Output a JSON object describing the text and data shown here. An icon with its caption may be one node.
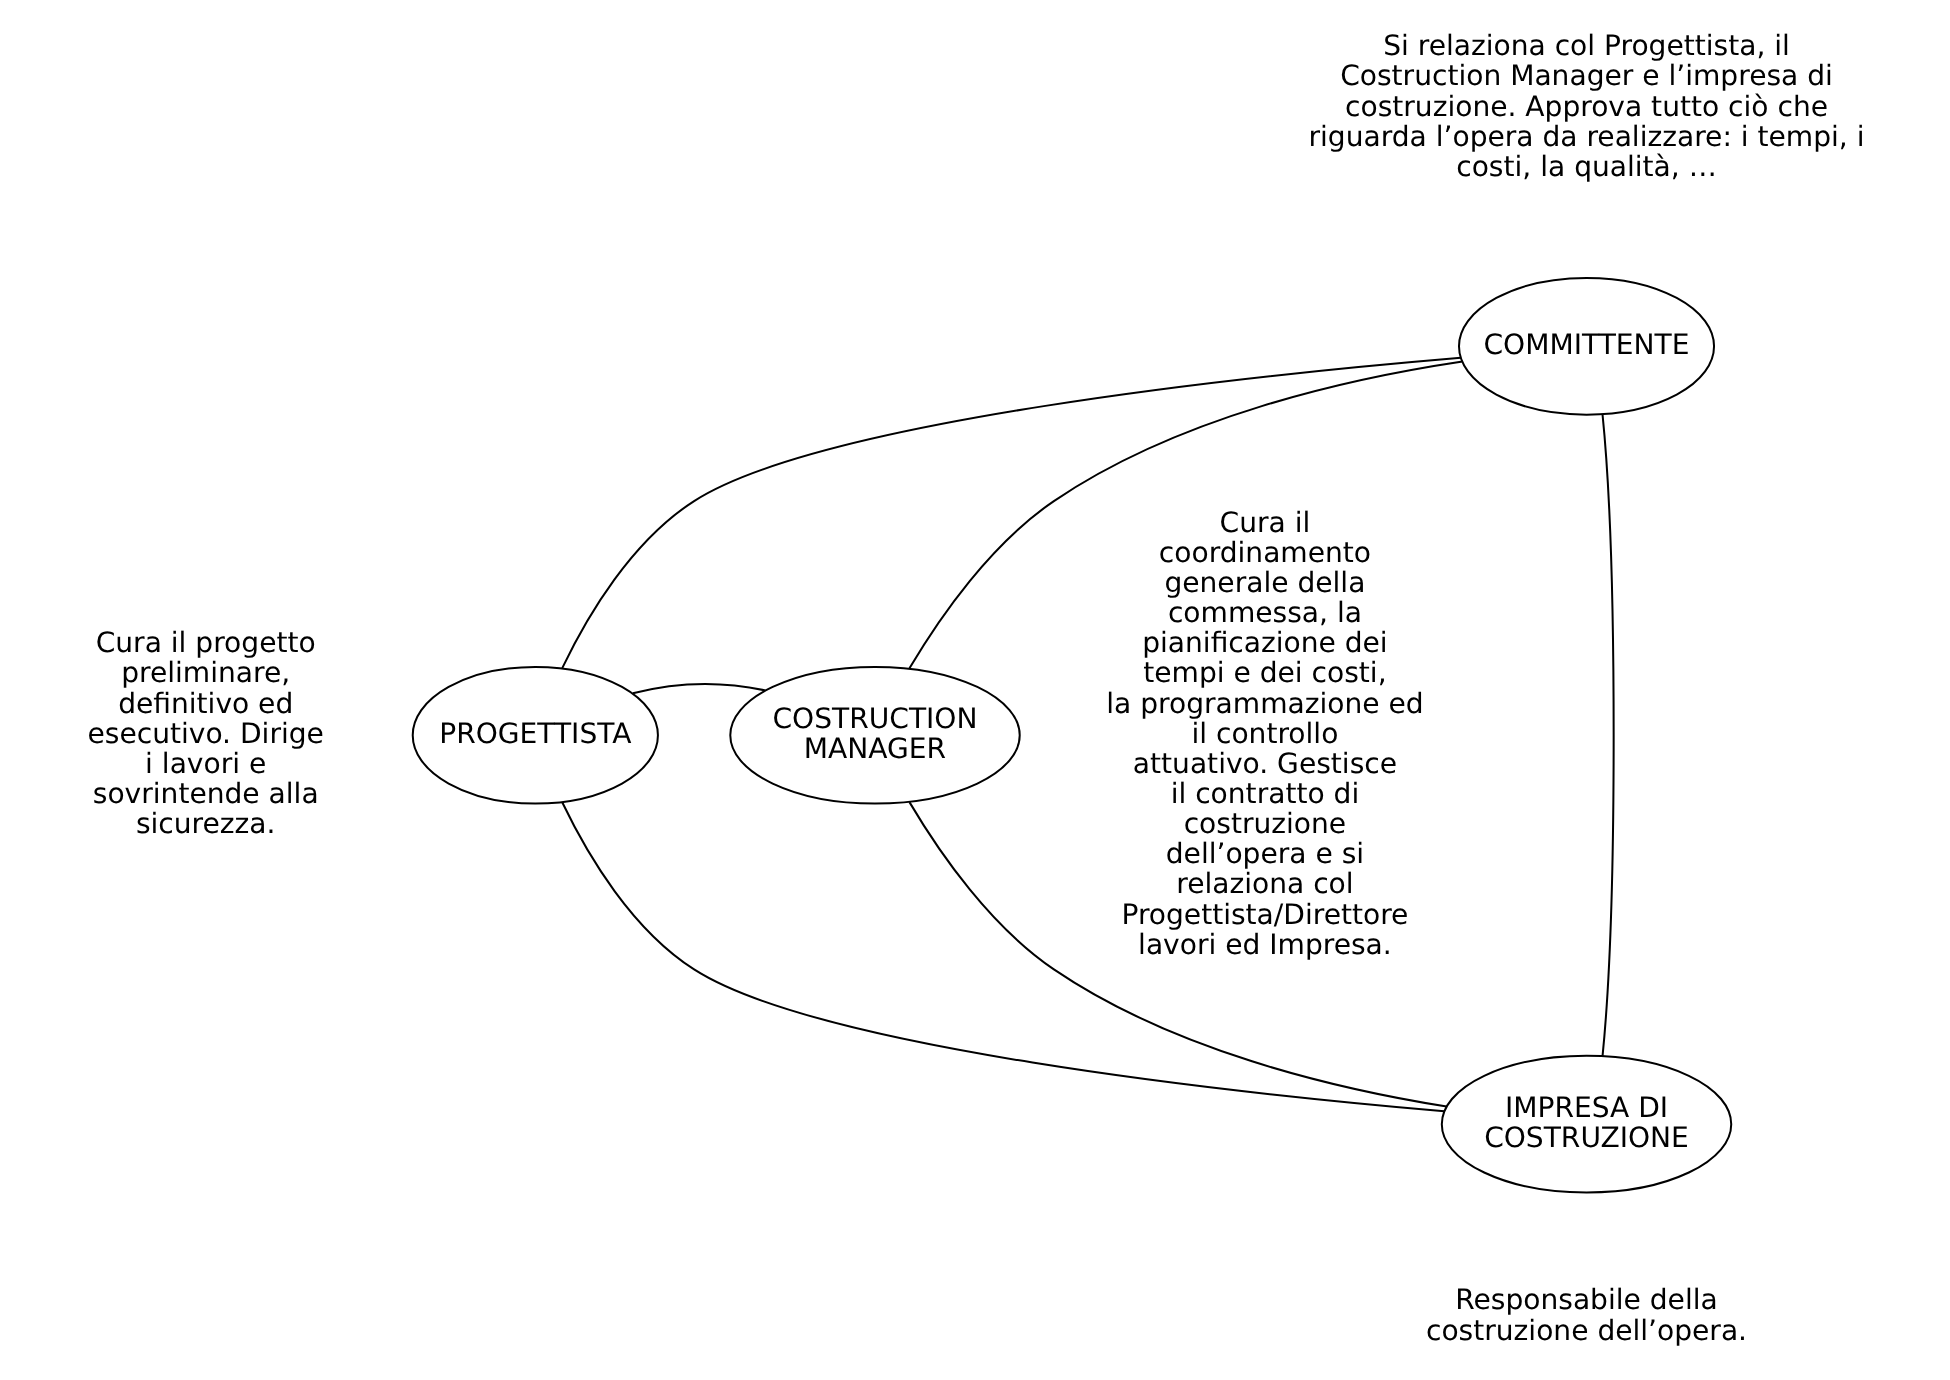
{
  "diagram": {
    "nodes": [
      {
        "text": [
          "COMMITTENTE"
        ],
        "beside": [
          "Si relaziona col Progettista, il Costruction Manager e l’impresa di costruzione. Approva tutto ciò che riguarda l’opera da realizzare: i tempi, i costi, la qualità, …"
        ]
      },
      {
        "text": [
          "PROGETTISTA"
        ],
        "beside": [
          "Cura il progetto preliminare, definitivo ed esecutivo. Dirige i lavori e sovrintende alla sicurezza."
        ]
      },
      {
        "text": [
          "COSTRUCTION MANAGER"
        ],
        "beside": [
          "Cura il coordinamento generale della commessa, la pianificazione dei tempi e dei costi, la programmazione ed il controllo attuativo. Gestisce il contratto di costruzione dell’opera e si relaziona col Progettista/Direttore lavori ed Impresa."
        ]
      },
      {
        "text": [
          "IMPRESA DI COSTRUZIONE"
        ],
        "beside": [
          "Responsabile della costruzione dell’opera."
        ]
      }
    ],
    "edges": [
      {
        "from": 0,
        "to": 1,
        "arrow": "none"
      },
      {
        "from": 0,
        "to": 2,
        "arrow": "none"
      },
      {
        "from": 1,
        "to": 3,
        "arrow": "none"
      },
      {
        "from": 2,
        "to": 3,
        "arrow": "none"
      },
      {
        "from": 1,
        "to": 2,
        "arrow": "none"
      },
      {
        "from": 0,
        "to": 3,
        "arrow": "none"
      }
    ]
  }
}
